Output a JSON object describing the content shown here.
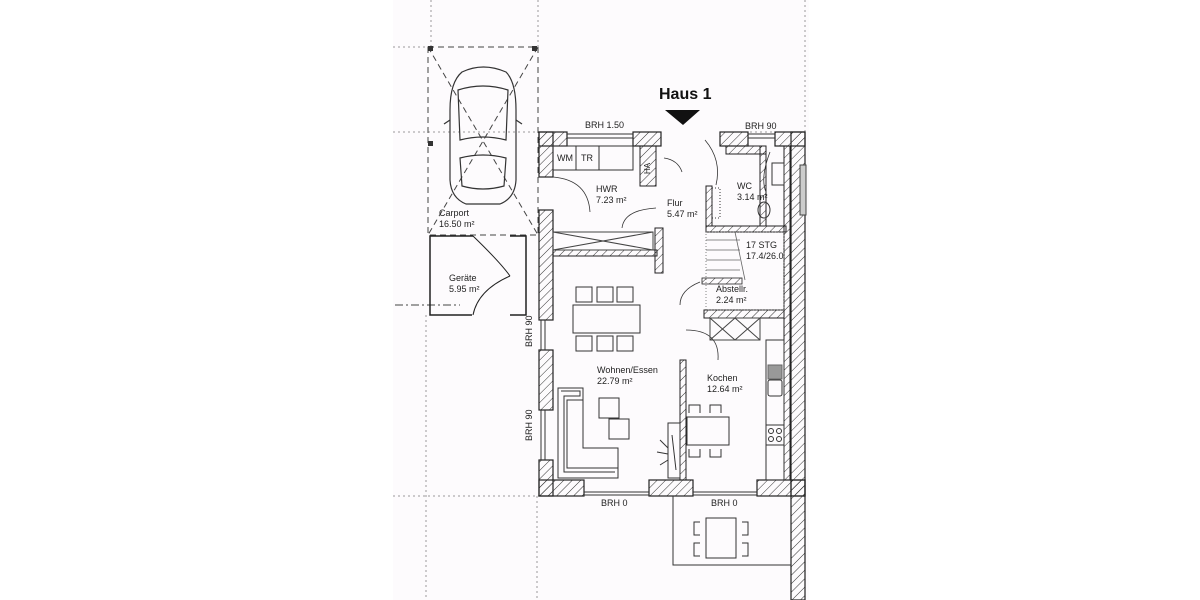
{
  "plan": {
    "title": "Haus 1",
    "entrance_marker": "triangle-down",
    "colors": {
      "wall_stroke": "#222222",
      "hatch": "#333333",
      "grid_dotted": "#9a9a9a",
      "sheet_background": "#fdfbfd",
      "page_background": "#ffffff"
    },
    "rooms": [
      {
        "id": "carport",
        "name": "Carport",
        "area": "16.50 m²"
      },
      {
        "id": "geraete",
        "name": "Geräte",
        "area": "5.95 m²"
      },
      {
        "id": "hwr",
        "name": "HWR",
        "area": "7.23 m²"
      },
      {
        "id": "flur",
        "name": "Flur",
        "area": "5.47 m²"
      },
      {
        "id": "wc",
        "name": "WC",
        "area": "3.14 m²"
      },
      {
        "id": "stairs",
        "name": "17 STG",
        "area": "17.4/26.0"
      },
      {
        "id": "abstellr",
        "name": "Abstellr.",
        "area": "2.24 m²"
      },
      {
        "id": "wohnen",
        "name": "Wohnen/Essen",
        "area": "22.79 m²"
      },
      {
        "id": "kochen",
        "name": "Kochen",
        "area": "12.64 m²"
      }
    ],
    "fixtures": {
      "wm": "WM",
      "tr": "TR",
      "ha": "HA"
    },
    "window_labels": {
      "top_left": "BRH 1.50",
      "top_right": "BRH 90",
      "left_upper": "BRH 90",
      "left_lower": "BRH 90",
      "bottom_left": "BRH 0",
      "bottom_right": "BRH 0"
    }
  }
}
